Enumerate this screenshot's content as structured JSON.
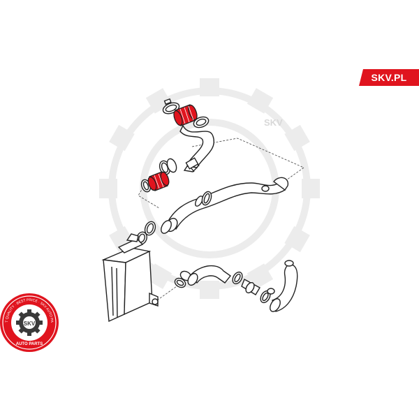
{
  "brand": {
    "name": "SKV.PL",
    "badge_color": "#e0141e"
  },
  "watermark": {
    "text": "SKV",
    "color": "#ececec"
  },
  "seal": {
    "ring_text": "BEST QUALITY · BEST PRICE · SKV AUTO PARTS",
    "center_text": "SKV",
    "bottom_text": "AUTO PARTS",
    "color": "#e0141e"
  },
  "diagram": {
    "highlight_color": "#e0141e",
    "line_color": "#222222",
    "leader_line_style": "dashed",
    "highlighted_parts": [
      "upper-coupling-sleeve",
      "lower-coupling-sleeve"
    ]
  }
}
